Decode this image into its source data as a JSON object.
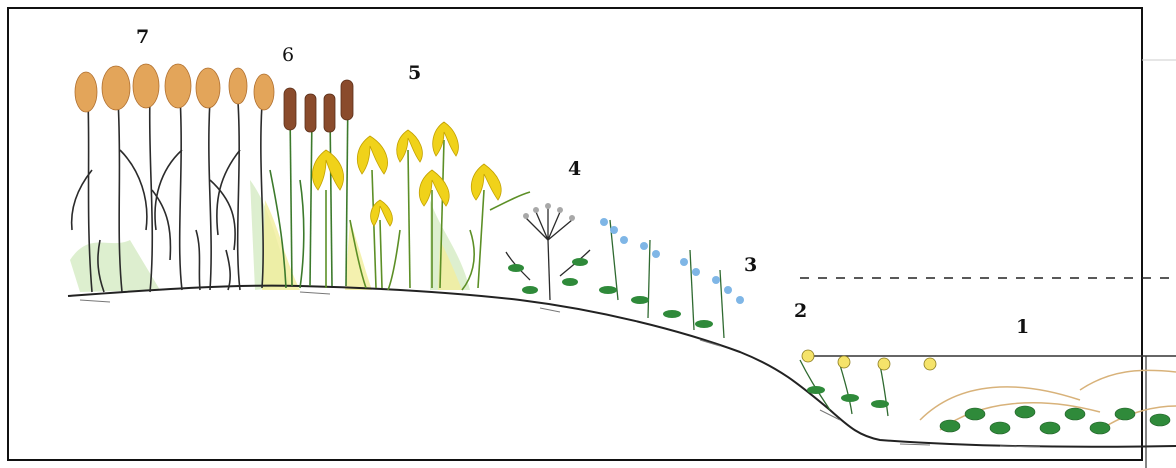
{
  "zones": [
    {
      "label": "7",
      "plant": "reed-grass"
    },
    {
      "label": "6",
      "plant": "cattail"
    },
    {
      "label": "5",
      "plant": "yellow-iris"
    },
    {
      "label": "4",
      "plant": "umbellifer"
    },
    {
      "label": "3",
      "plant": "forget-me-not"
    },
    {
      "label": "2",
      "plant": "buttercup"
    },
    {
      "label": "1",
      "plant": "submerged-pondweed"
    }
  ],
  "colors": {
    "frame": "#111111",
    "ground": "#222222",
    "water_line": "#333333",
    "reed_head": "#e3a55a",
    "reed_stem": "#2b2b2b",
    "cattail_head": "#8a4b2c",
    "iris_flower": "#f0d21a",
    "iris_leaf": "#8dbb3c",
    "green_wash": "#b8dca0",
    "blue_flower": "#7fb6e6",
    "leaf_green": "#2f8a3a",
    "straw": "#d8b27a",
    "buttercup": "#f5e36a"
  }
}
